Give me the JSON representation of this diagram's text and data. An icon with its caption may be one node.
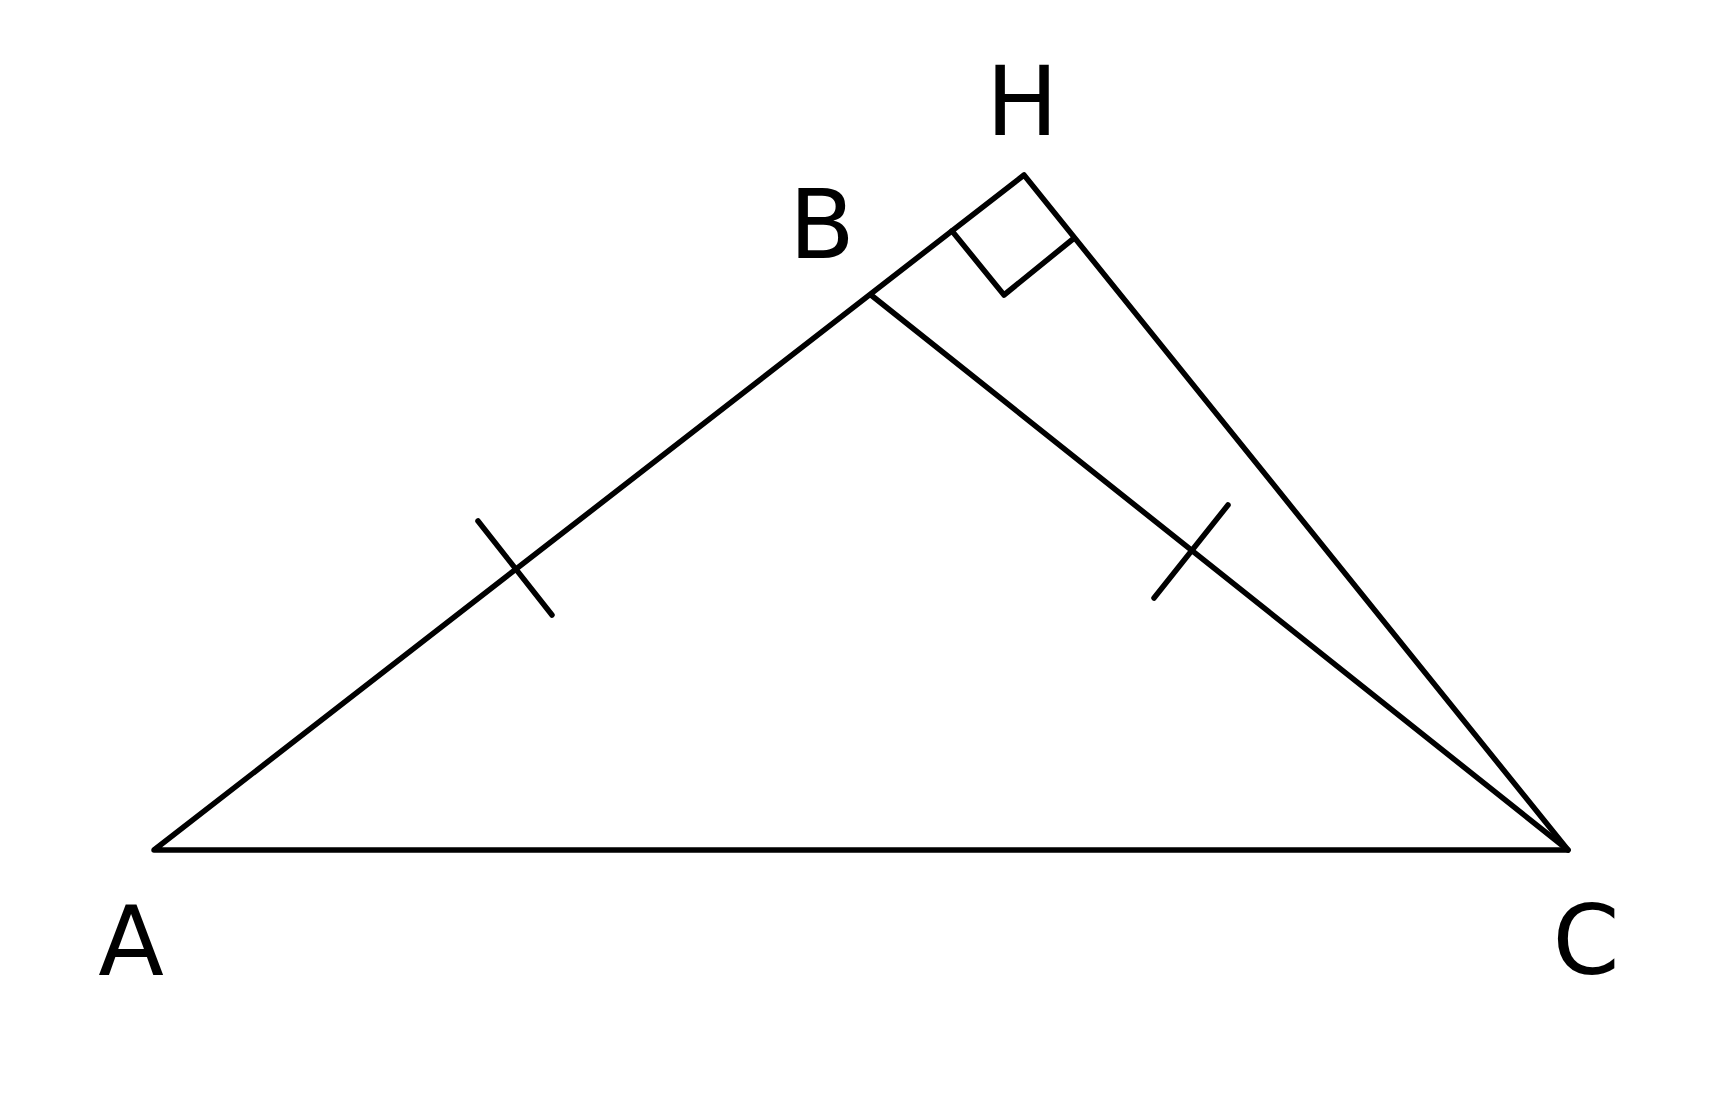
{
  "diagram": {
    "labels": [
      "H",
      "B",
      "A",
      "C"
    ]
  }
}
